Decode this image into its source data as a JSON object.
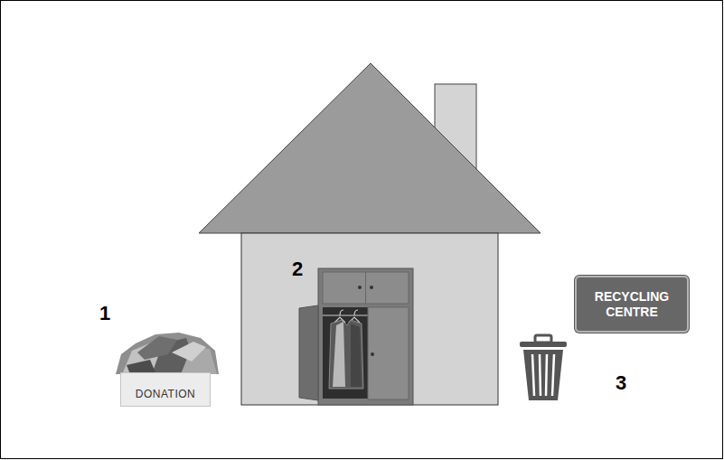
{
  "diagram": {
    "nodes": [
      {
        "text": [
          "RECYCLING CENTRE"
        ]
      },
      {
        "text": [
          "DONATION"
        ]
      }
    ],
    "labels": [
      "1",
      "2",
      "3"
    ]
  }
}
